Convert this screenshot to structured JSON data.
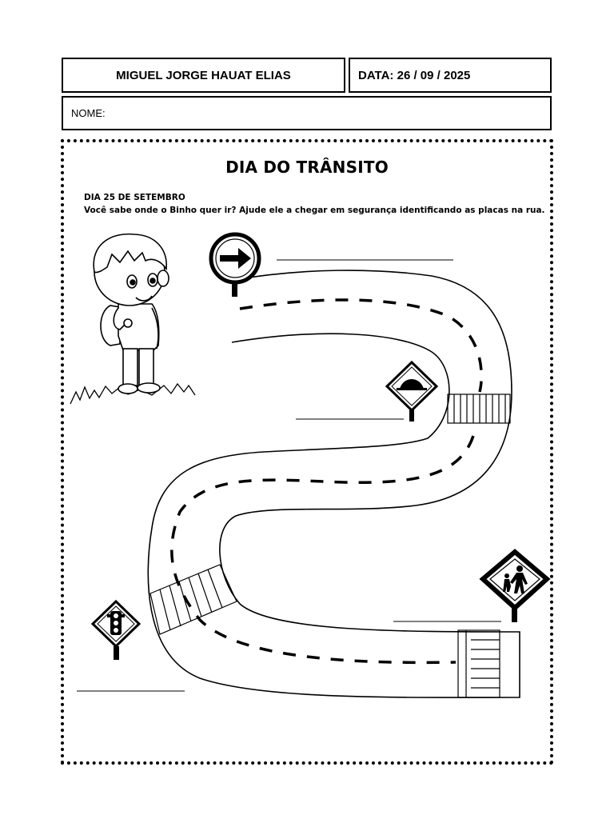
{
  "header": {
    "student": "MIGUEL JORGE HAUAT ELIAS",
    "date": "DATA: 26 / 09 / 2025",
    "name_label": "NOME:"
  },
  "worksheet": {
    "title": "DIA DO TRÂNSITO",
    "date_line": "DIA 25 DE SETEMBRO",
    "instruction": "Você sabe onde o Binho quer ir? Ajude ele a chegar em segurança identificando as placas na rua."
  },
  "icons": [
    "boy-illustration",
    "arrow-sign-icon",
    "speed-bump-sign-icon",
    "pedestrian-sign-icon",
    "traffic-light-sign-icon"
  ]
}
